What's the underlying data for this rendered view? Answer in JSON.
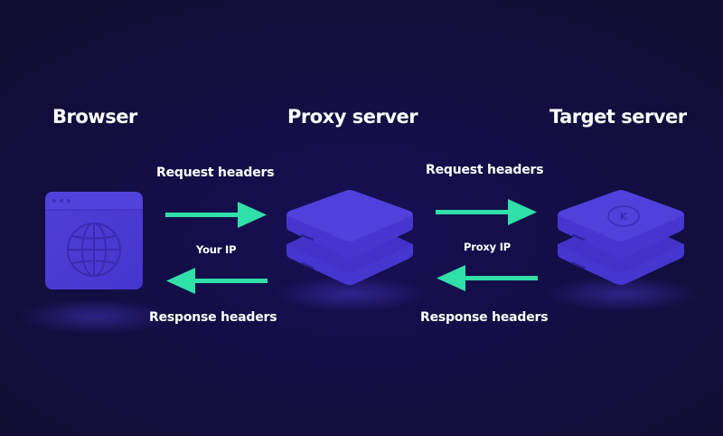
{
  "nodes": {
    "browser": {
      "title": "Browser",
      "icon": "browser-window-globe-icon"
    },
    "proxy": {
      "title": "Proxy server",
      "icon": "server-stack-icon"
    },
    "target": {
      "title": "Target server",
      "icon": "server-stack-logo-icon"
    }
  },
  "left_link": {
    "request_label": "Request headers",
    "ip_label": "Your IP",
    "response_label": "Response headers"
  },
  "right_link": {
    "request_label": "Request headers",
    "ip_label": "Proxy IP",
    "response_label": "Response headers"
  },
  "colors": {
    "background": "#120e3c",
    "node_fill": "#4a3ce0",
    "node_dark": "#3a2cc0",
    "arrow": "#2fe0a8",
    "text": "#ffffff"
  }
}
